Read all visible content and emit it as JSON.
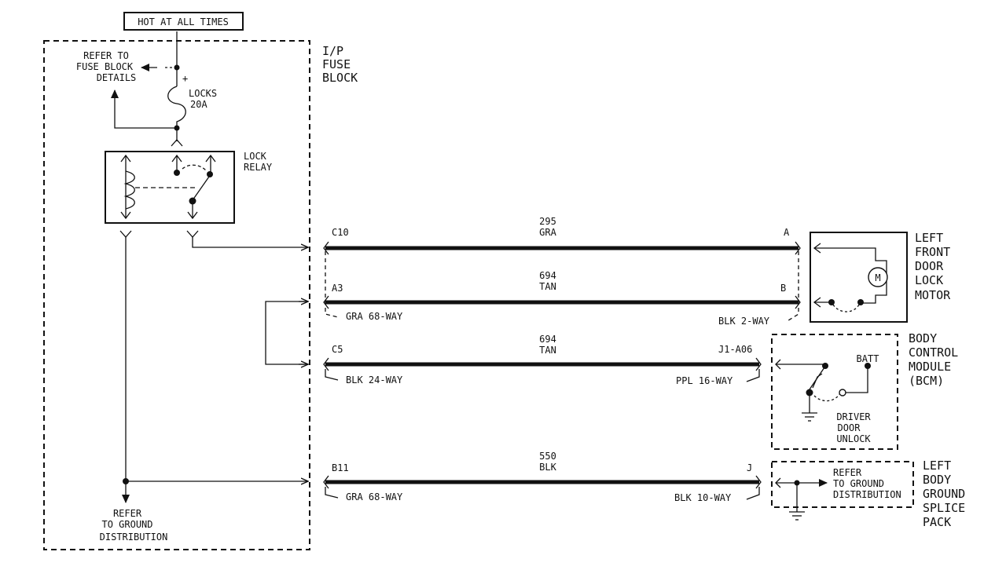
{
  "hot_label": "HOT AT ALL TIMES",
  "fuse_block": {
    "name_lines": [
      "I/P",
      "FUSE",
      "BLOCK"
    ],
    "refer_lines": [
      "REFER TO",
      "FUSE BLOCK",
      "DETAILS"
    ],
    "fuse_lines": [
      "LOCKS",
      "20A"
    ],
    "plus": "+",
    "relay_lines": [
      "LOCK",
      "RELAY"
    ],
    "ground_lines": [
      "REFER",
      "TO GROUND",
      "DISTRIBUTION"
    ]
  },
  "circuits": [
    {
      "pin_left": "C10",
      "circuit": "295",
      "color": "GRA",
      "pin_right": "A",
      "conn_left": "",
      "conn_right": ""
    },
    {
      "pin_left": "A3",
      "circuit": "694",
      "color": "TAN",
      "pin_right": "B",
      "conn_left": "GRA 68-WAY",
      "conn_right": "BLK 2-WAY"
    },
    {
      "pin_left": "C5",
      "circuit": "694",
      "color": "TAN",
      "pin_right": "J1-A06",
      "conn_left": "BLK 24-WAY",
      "conn_right": "PPL 16-WAY"
    },
    {
      "pin_left": "B11",
      "circuit": "550",
      "color": "BLK",
      "pin_right": "J",
      "conn_left": "GRA 68-WAY",
      "conn_right": "BLK 10-WAY"
    }
  ],
  "motor": {
    "name_lines": [
      "LEFT",
      "FRONT",
      "DOOR",
      "LOCK",
      "MOTOR"
    ],
    "symbol": "M"
  },
  "bcm": {
    "name_lines": [
      "BODY",
      "CONTROL",
      "MODULE",
      "(BCM)"
    ],
    "batt": "BATT",
    "switch_lines": [
      "DRIVER",
      "DOOR",
      "UNLOCK"
    ]
  },
  "splice": {
    "name_lines": [
      "LEFT",
      "BODY",
      "GROUND",
      "SPLICE",
      "PACK"
    ],
    "refer_lines": [
      "REFER",
      "TO GROUND",
      "DISTRIBUTION"
    ]
  }
}
